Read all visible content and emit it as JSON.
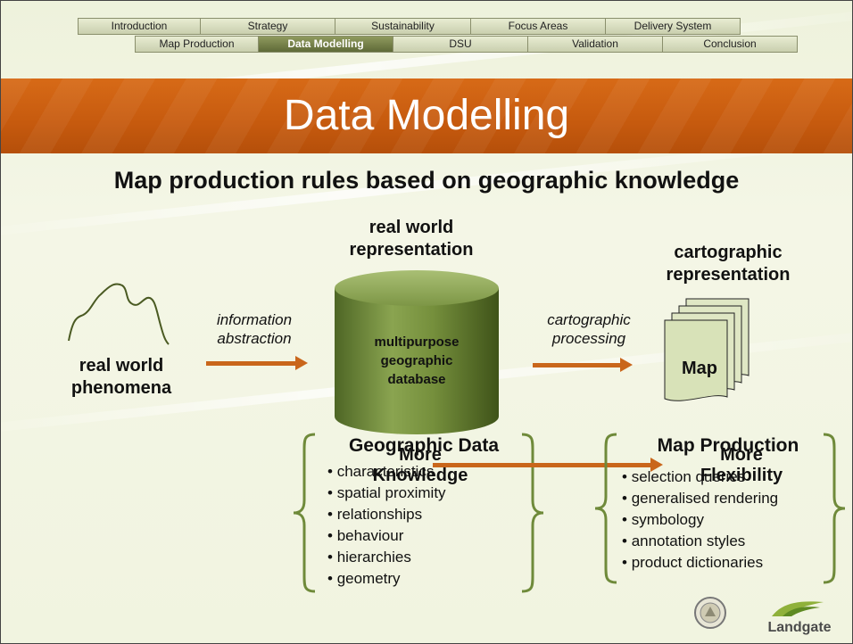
{
  "nav": {
    "row1": [
      "Introduction",
      "Strategy",
      "Sustainability",
      "Focus Areas",
      "Delivery System"
    ],
    "row2": [
      "Map Production",
      "Data Modelling",
      "DSU",
      "Validation",
      "Conclusion"
    ],
    "active": "Data Modelling"
  },
  "title": "Data Modelling",
  "heading": "Map production rules based on geographic knowledge",
  "real_world": {
    "label_line1": "real world",
    "label_line2": "phenomena"
  },
  "database": {
    "caption_line1": "real world",
    "caption_line2": "representation",
    "line1": "multipurpose",
    "line2": "geographic",
    "line3": "database"
  },
  "cartographic": {
    "caption_line1": "cartographic",
    "caption_line2": "representation",
    "map_label": "Map"
  },
  "arrows": {
    "info_line1": "information",
    "info_line2": "abstraction",
    "carto_line1": "cartographic",
    "carto_line2": "processing"
  },
  "left_group": {
    "title": "Geographic Data",
    "overlay_line1": "More",
    "overlay_line2": "Knowledge",
    "items": [
      "characteristics",
      "spatial proximity",
      "relationships",
      "behaviour",
      "hierarchies",
      "geometry"
    ]
  },
  "right_group": {
    "title": "Map Production",
    "overlay_line1": "More",
    "overlay_line2": "Flexibility",
    "items": [
      "selection queries",
      "generalised rendering",
      "symbology",
      "annotation styles",
      "product dictionaries"
    ]
  },
  "logos": {
    "landgate": "Landgate"
  },
  "colors": {
    "title_band": "#c65a0e",
    "arrow": "#c9661b",
    "db_green": "#6f8a3a"
  }
}
